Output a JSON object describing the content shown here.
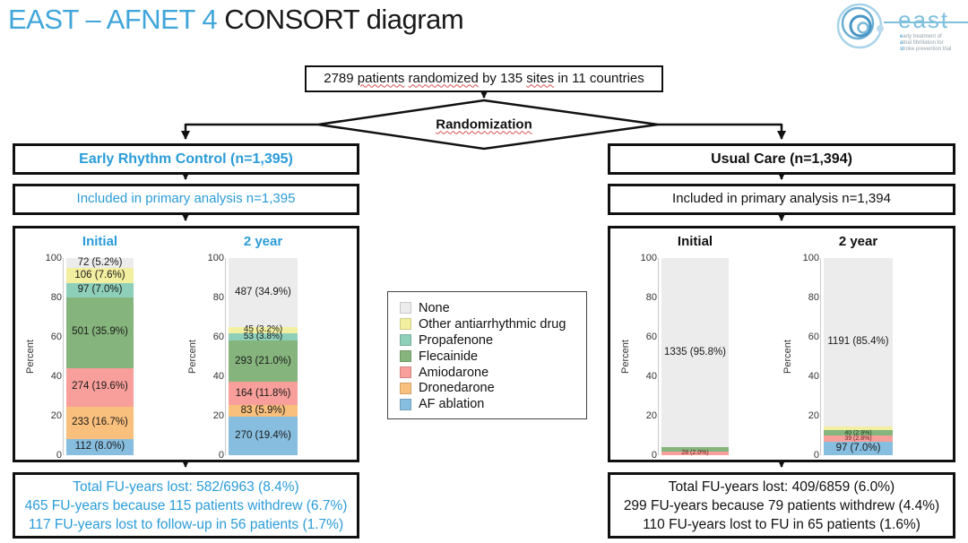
{
  "title": {
    "blue": "EAST – AFNET 4 ",
    "black": "CONSORT diagram"
  },
  "logo": {
    "word": "east",
    "tagline": [
      [
        {
          "t": "e",
          "cls": "hl"
        },
        {
          "t": "arly treatment of"
        }
      ],
      [
        {
          "t": "a",
          "cls": "hl"
        },
        {
          "t": "trial fibrillation for"
        }
      ],
      [
        {
          "t": "st",
          "cls": "hl"
        },
        {
          "t": "roke prevention trial"
        }
      ]
    ]
  },
  "top_box": {
    "parts": [
      {
        "t": "2789 "
      },
      {
        "t": "patients",
        "cls": "sq"
      },
      {
        "t": " "
      },
      {
        "t": "randomized",
        "cls": "sq"
      },
      {
        "t": " by 135 "
      },
      {
        "t": "sites",
        "cls": "sq"
      },
      {
        "t": " in 11 countries"
      }
    ]
  },
  "diamond": {
    "label": "Randomization"
  },
  "left_column": {
    "arm_label": "Early Rhythm Control (n=1,395)",
    "analysis_label": "Included in primary analysis n=1,395",
    "footer_lines": [
      "Total FU-years lost: 582/6963 (8.4%)",
      "465 FU-years because 115 patients withdrew (6.7%)",
      "117 FU-years lost to follow-up in 56 patients (1.7%)"
    ]
  },
  "right_column": {
    "arm_label": "Usual Care (n=1,394)",
    "analysis_label": "Included in primary analysis n=1,394",
    "footer_lines": [
      "Total FU-years lost: 409/6859 (6.0%)",
      "299 FU-years because 79 patients withdrew (4.4%)",
      "110 FU-years lost to FU in 65 patients (1.6%)"
    ]
  },
  "legend": {
    "items": [
      {
        "label": "None",
        "color": "#ececec"
      },
      {
        "label": "Other antiarrhythmic drug",
        "color": "#f3efa0"
      },
      {
        "label": "Propafenone",
        "color": "#8ecfba"
      },
      {
        "label": "Flecainide",
        "color": "#85b47c"
      },
      {
        "label": "Amiodarone",
        "color": "#f89f9b"
      },
      {
        "label": "Dronedarone",
        "color": "#f9bf7c"
      },
      {
        "label": "AF ablation",
        "color": "#87bedf"
      }
    ]
  },
  "chart_data": [
    {
      "type": "stacked-bar",
      "arm": "Early Rhythm Control",
      "header_color": "#2b9cd8",
      "ylabel": "Percent",
      "ylim": [
        0,
        100
      ],
      "yticks": [
        100,
        80,
        60,
        40,
        20,
        0
      ],
      "bars": [
        {
          "label": "Initial",
          "segments_top_to_bottom": [
            {
              "series": "None",
              "value": 72,
              "pct": 5.2,
              "label": "72 (5.2%)"
            },
            {
              "series": "Other antiarrhythmic drug",
              "value": 106,
              "pct": 7.6,
              "label": "106 (7.6%)"
            },
            {
              "series": "Propafenone",
              "value": 97,
              "pct": 7.0,
              "label": "97 (7.0%)"
            },
            {
              "series": "Flecainide",
              "value": 501,
              "pct": 35.9,
              "label": "501 (35.9%)"
            },
            {
              "series": "Amiodarone",
              "value": 274,
              "pct": 19.6,
              "label": "274 (19.6%)"
            },
            {
              "series": "Dronedarone",
              "value": 233,
              "pct": 16.7,
              "label": "233 (16.7%)"
            },
            {
              "series": "AF ablation",
              "value": 112,
              "pct": 8.0,
              "label": "112 (8.0%)"
            }
          ]
        },
        {
          "label": "2 year",
          "segments_top_to_bottom": [
            {
              "series": "None",
              "value": 487,
              "pct": 34.9,
              "label": "487 (34.9%)"
            },
            {
              "series": "Other antiarrhythmic drug",
              "value": 45,
              "pct": 3.2,
              "label": "45 (3.2%)",
              "small": true
            },
            {
              "series": "Propafenone",
              "value": 53,
              "pct": 3.8,
              "label": "53 (3.8%)",
              "small": true
            },
            {
              "series": "Flecainide",
              "value": 293,
              "pct": 21.0,
              "label": "293 (21.0%)"
            },
            {
              "series": "Amiodarone",
              "value": 164,
              "pct": 11.8,
              "label": "164 (11.8%)"
            },
            {
              "series": "Dronedarone",
              "value": 83,
              "pct": 5.9,
              "label": "83 (5.9%)"
            },
            {
              "series": "AF ablation",
              "value": 270,
              "pct": 19.4,
              "label": "270 (19.4%)"
            }
          ]
        }
      ]
    },
    {
      "type": "stacked-bar",
      "arm": "Usual Care",
      "header_color": "#111111",
      "ylabel": "Percent",
      "ylim": [
        0,
        100
      ],
      "yticks": [
        100,
        80,
        60,
        40,
        20,
        0
      ],
      "bars": [
        {
          "label": "Initial",
          "segments_top_to_bottom": [
            {
              "series": "None",
              "value": 1335,
              "pct": 95.8,
              "label": "1335 (95.8%)"
            },
            {
              "series": "Flecainide",
              "pct": 2.2,
              "label": ""
            },
            {
              "series": "Amiodarone",
              "value": 28,
              "pct": 2.0,
              "label": "28 (2.0%)",
              "tiny": true,
              "label_color": "#6b2020"
            }
          ]
        },
        {
          "label": "2 year",
          "segments_top_to_bottom": [
            {
              "series": "None",
              "value": 1191,
              "pct": 85.4,
              "label": "1191 (85.4%)"
            },
            {
              "series": "Other antiarrhythmic drug",
              "pct": 1.9,
              "label": ""
            },
            {
              "series": "Flecainide",
              "value": 40,
              "pct": 2.9,
              "label": "40 (2.9%)",
              "tiny": true,
              "label_color": "#203a20"
            },
            {
              "series": "Amiodarone",
              "value": 39,
              "pct": 2.8,
              "label": "39 (2.8%)",
              "tiny": true,
              "label_color": "#6b2020"
            },
            {
              "series": "AF ablation",
              "value": 97,
              "pct": 7.0,
              "label": "97 (7.0%)"
            }
          ]
        }
      ]
    }
  ]
}
